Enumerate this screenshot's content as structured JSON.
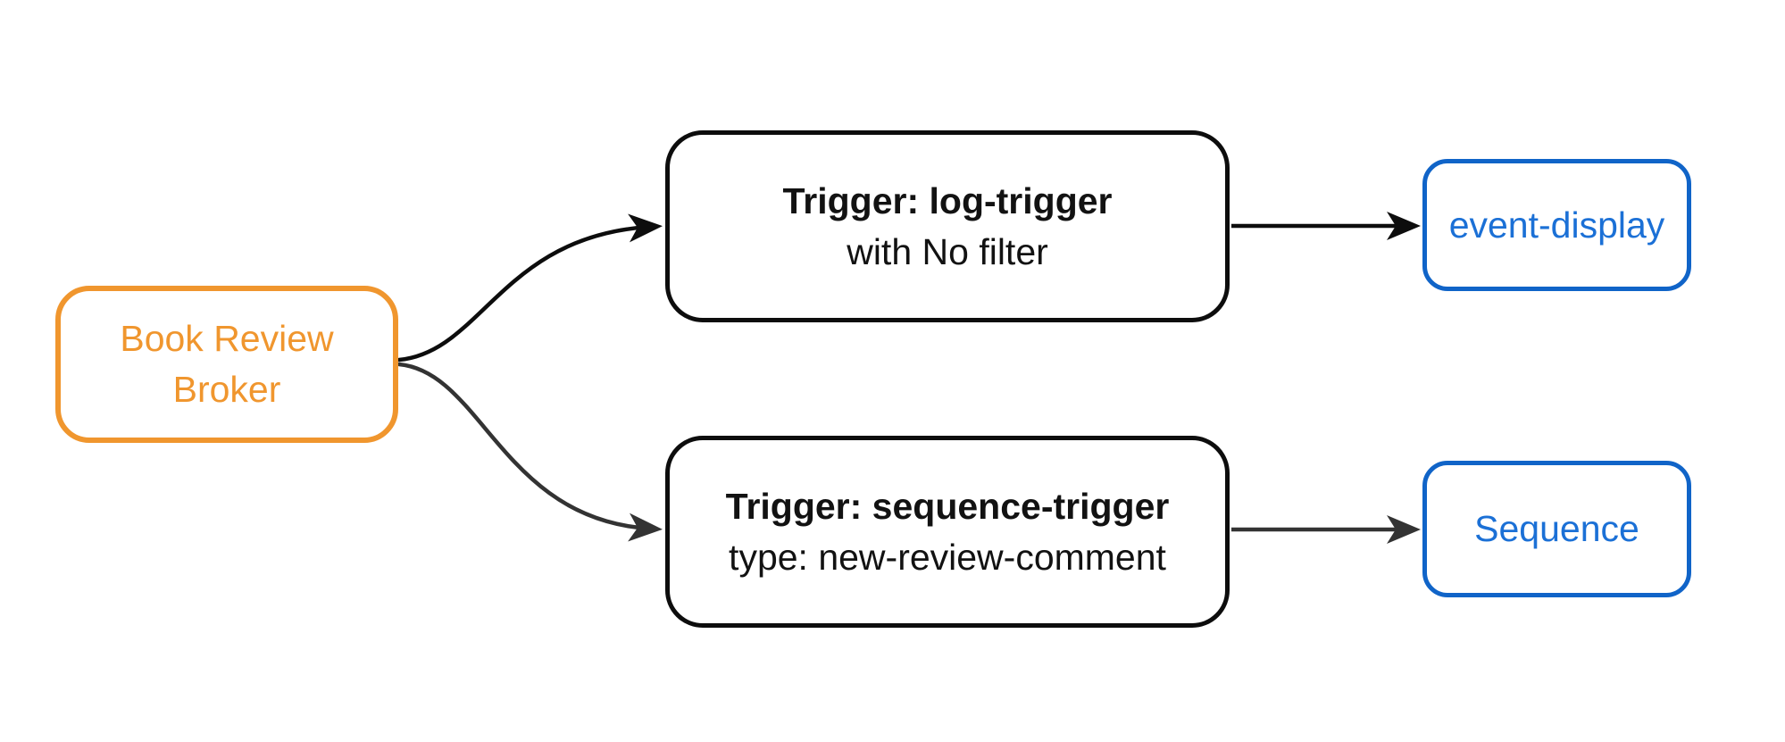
{
  "diagram": {
    "type": "flowchart",
    "direction": "left-to-right",
    "background_color": "#FFFFFF",
    "nodes": {
      "broker": {
        "label": "Book Review Broker",
        "line1": "Book Review",
        "line2": "Broker",
        "border_color": "#F0962E",
        "text_color": "#F0962E",
        "fill_color": "#FFFFFF"
      },
      "trigger_log": {
        "title": "Trigger: log-trigger",
        "subtitle": "with No filter",
        "border_color": "#0D0D0D",
        "text_color": "#121212",
        "fill_color": "#FFFFFF"
      },
      "trigger_sequence": {
        "title": "Trigger: sequence-trigger",
        "subtitle": "type: new-review-comment",
        "border_color": "#0D0D0D",
        "text_color": "#121212",
        "fill_color": "#FFFFFF"
      },
      "event_display": {
        "label": "event-display",
        "border_color": "#1064C8",
        "text_color": "#1B70D6",
        "fill_color": "#FFFFFF"
      },
      "sequence": {
        "label": "Sequence",
        "border_color": "#1064C8",
        "text_color": "#1B70D6",
        "fill_color": "#FFFFFF"
      }
    },
    "edges": [
      {
        "from": "broker",
        "to": "trigger_log",
        "style": "curved",
        "color": "#0D0D0D"
      },
      {
        "from": "broker",
        "to": "trigger_sequence",
        "style": "curved",
        "color": "#333333"
      },
      {
        "from": "trigger_log",
        "to": "event_display",
        "style": "straight",
        "color": "#0D0D0D"
      },
      {
        "from": "trigger_sequence",
        "to": "sequence",
        "style": "straight",
        "color": "#333333"
      }
    ]
  }
}
